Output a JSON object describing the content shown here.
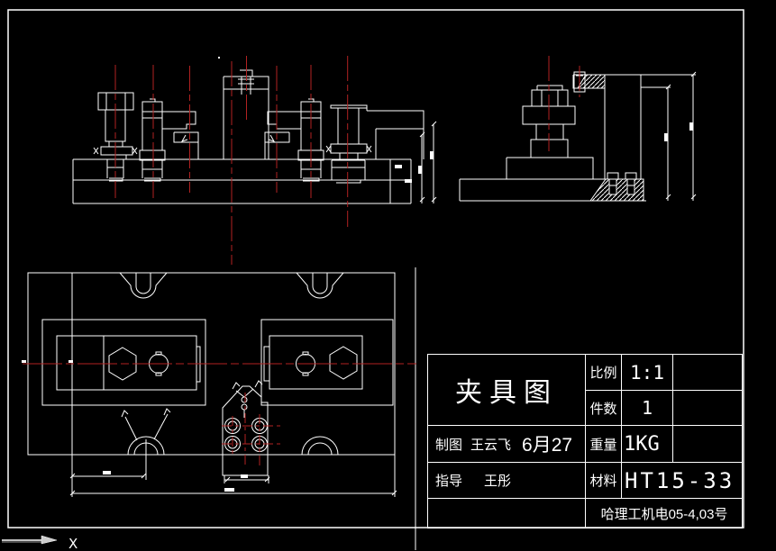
{
  "title_block": {
    "title": "夹具图",
    "scale_label": "比例",
    "scale_value": "1:1",
    "qty_label": "件数",
    "qty_value": "1",
    "drawn_label": "制图",
    "drawn_name": "王云飞",
    "drawn_date": "6月27",
    "weight_label": "重量",
    "weight_value": "1KG",
    "advisor_label": "指导",
    "advisor_name": "王彤",
    "material_label": "材料",
    "material_value": "HT15-33",
    "org_value": "哈理工机电05-4,03号"
  },
  "ucs": {
    "x_label": "X"
  },
  "colors": {
    "background": "#000000",
    "line": "#ffffff",
    "centerline": "#b22222"
  }
}
